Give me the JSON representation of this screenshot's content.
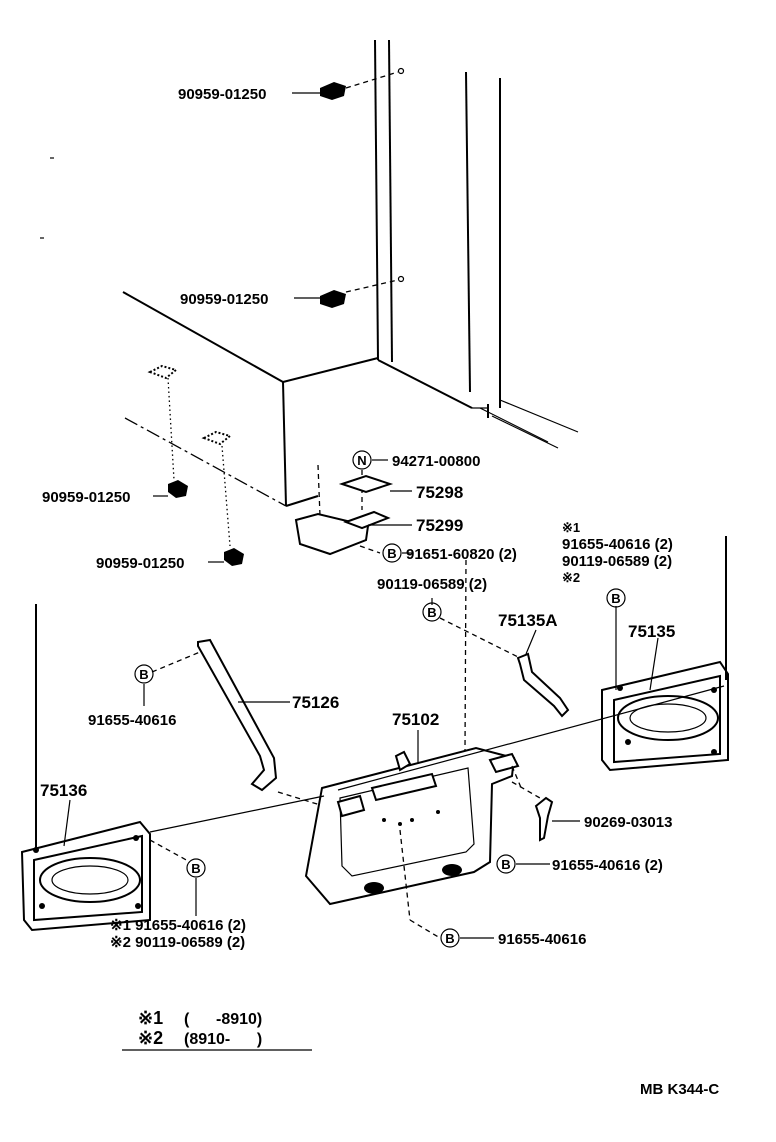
{
  "labels": {
    "clip_top_1": "90959-01250",
    "clip_top_2": "90959-01250",
    "clip_left_1": "90959-01250",
    "clip_left_2": "90959-01250",
    "nut": "94271-00800",
    "p75298": "75298",
    "p75299": "75299",
    "bolt_mid": "91651-60820 (2)",
    "screw_mid": "90119-06589 (2)",
    "r_note1_mark": "※1",
    "r_note1_part": "91655-40616 (2)",
    "r_note2_part": "90119-06589 (2)",
    "r_note2_mark": "※2",
    "p75135A": "75135A",
    "p75135": "75135",
    "p75126": "75126",
    "bolt_left": "91655-40616",
    "p75102": "75102",
    "p75136": "75136",
    "rivet": "90269-03013",
    "bolt_right": "91655-40616 (2)",
    "bolt_bottom": "91655-40616",
    "l_note1": "※1  91655-40616 (2)",
    "l_note2": "※2  90119-06589 (2)"
  },
  "symbols": {
    "nut": "N",
    "bolt": "B"
  },
  "legend": {
    "row1_mark": "※1",
    "row1_range": "(      -8910)",
    "row2_mark": "※2",
    "row2_range": "(8910-      )"
  },
  "figure_code": "MB K344-C",
  "icons": {
    "bolt_symbol": "circled-B-icon",
    "nut_symbol": "circled-N-icon",
    "clip": "clip-icon"
  }
}
